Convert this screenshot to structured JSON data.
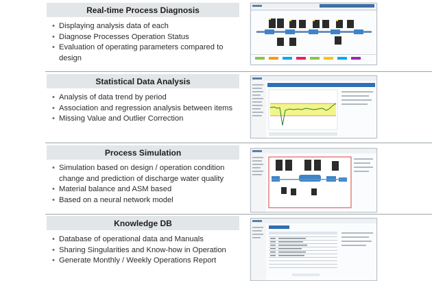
{
  "sections": [
    {
      "title": "Real-time Process Diagnosis",
      "bullets": [
        "Displaying analysis data of each",
        "Diagnose Processes Operation Status",
        "Evaluation of operating parameters compared to design"
      ],
      "screenshot_icon": "process-diagnosis-screenshot"
    },
    {
      "title": "Statistical Data Analysis",
      "bullets": [
        "Analysis of data trend by period",
        "Association and regression analysis between items",
        "Missing Value and Outlier Correction"
      ],
      "screenshot_icon": "trend-chart-screenshot"
    },
    {
      "title": "Process Simulation",
      "bullets": [
        "Simulation based on design / operation condition change and prediction of discharge water quality",
        "Material balance and ASM based",
        "Based on a neural network model"
      ],
      "screenshot_icon": "process-simulation-screenshot"
    },
    {
      "title": "Knowledge DB",
      "bullets": [
        "Database of operational data and Manuals",
        "Sharing Singularities and Know-how in Operation",
        "Generate Monthly / Weekly Operations Report"
      ],
      "screenshot_icon": "knowledge-db-screenshot"
    }
  ],
  "colors": {
    "header_bg": "#e3e6e8",
    "divider": "#9aa4a8",
    "chart_fill": "#f2f58a",
    "sim_border": "#d8423a",
    "nav_blue": "#2f6fb6"
  }
}
